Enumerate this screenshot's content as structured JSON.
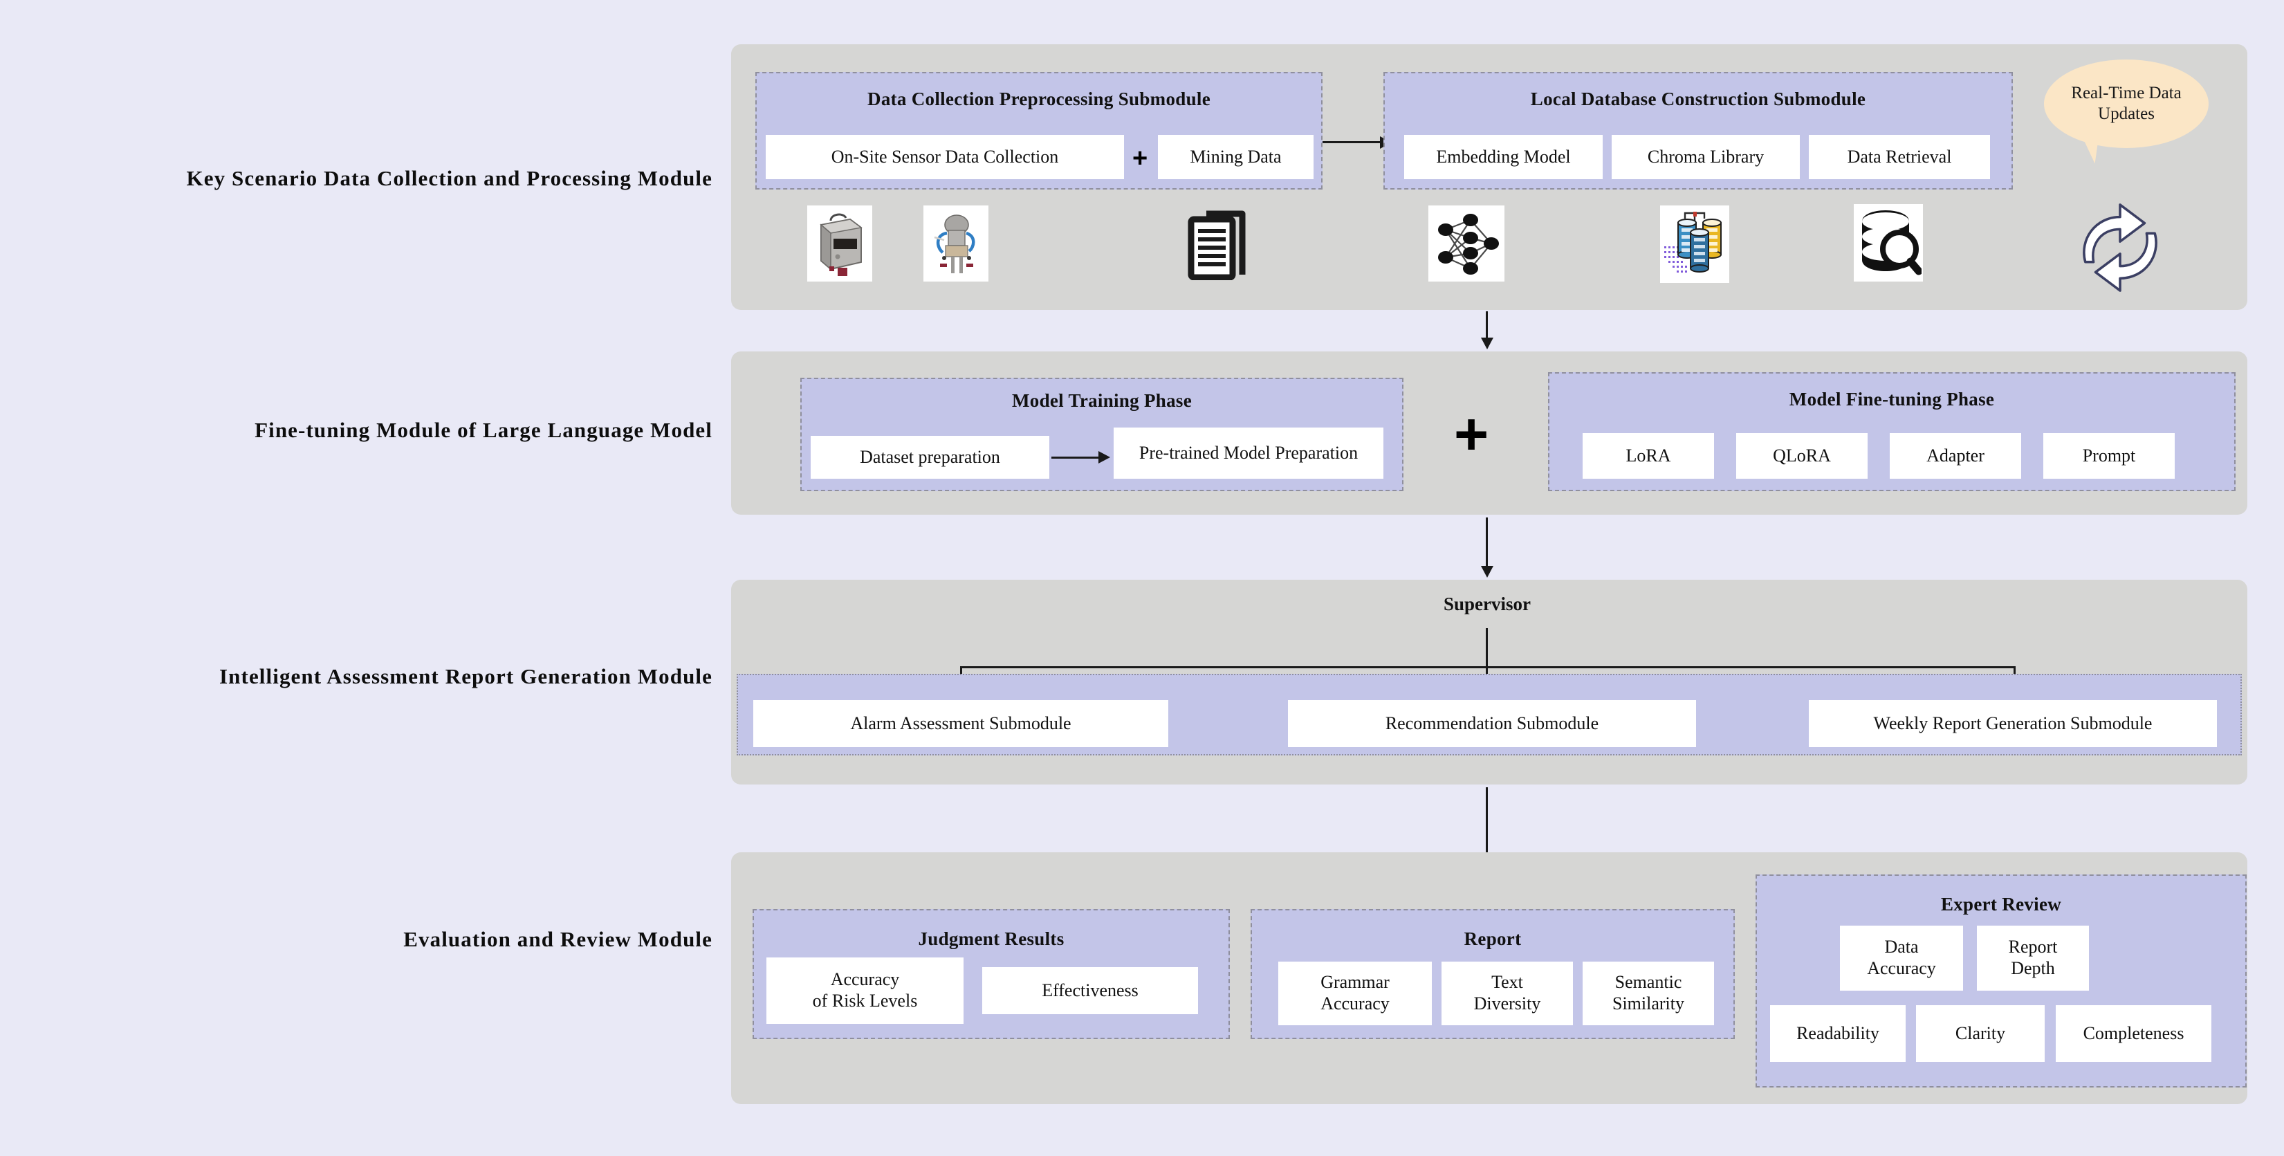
{
  "page": {
    "background_color": "#e9e9f6",
    "panel_color": "#d6d6d4",
    "subpanel_color": "#c3c5e8",
    "leaf_color": "#ffffff",
    "bubble_color": "#fbe6c6"
  },
  "modules": [
    {
      "label": "Key Scenario  Data  Collection  and  Processing  Module"
    },
    {
      "label": "Fine-tuning Module of Large Language Model"
    },
    {
      "label": "Intelligent  Assessment  Report  Generation  Module"
    },
    {
      "label": "Evaluation  and  Review  Module"
    }
  ],
  "module1": {
    "submodule_a": {
      "title": "Data Collection Preprocessing Submodule",
      "items": [
        "On-Site Sensor Data Collection",
        "Mining Data"
      ],
      "operator": "+"
    },
    "submodule_b": {
      "title": "Local Database Construction Submodule",
      "items": [
        "Embedding Model",
        "Chroma Library",
        "Data Retrieval"
      ]
    },
    "callout": {
      "text": "Real-Time Data Updates"
    },
    "icons": [
      "sensor-device-icon",
      "sensor-instrument-icon",
      "documents-icon",
      "neural-network-icon",
      "database-cluster-icon",
      "database-search-icon",
      "sync-refresh-icon"
    ]
  },
  "module2": {
    "training_phase": {
      "title": "Model Training Phase",
      "items": [
        "Dataset preparation",
        "Pre-trained Model Preparation"
      ]
    },
    "operator": "+",
    "finetuning_phase": {
      "title": "Model Fine-tuning Phase",
      "items": [
        "LoRA",
        "QLoRA",
        "Adapter",
        "Prompt"
      ]
    }
  },
  "module3": {
    "supervisor": "Supervisor",
    "submodules": [
      "Alarm  Assessment  Submodule",
      "Recommendation  Submodule",
      "Weekly Report Generation Submodule"
    ]
  },
  "module4": {
    "groups": [
      {
        "title": "Judgment Results",
        "items": [
          "Accuracy\nof Risk Levels",
          "Effectiveness"
        ]
      },
      {
        "title": "Report",
        "items": [
          "Grammar\nAccuracy",
          "Text\nDiversity",
          "Semantic\nSimilarity"
        ]
      },
      {
        "title": "Expert Review",
        "row1": [
          "Data\nAccuracy",
          "Report\nDepth"
        ],
        "row2": [
          "Readability",
          "Clarity",
          "Completeness"
        ]
      }
    ]
  }
}
